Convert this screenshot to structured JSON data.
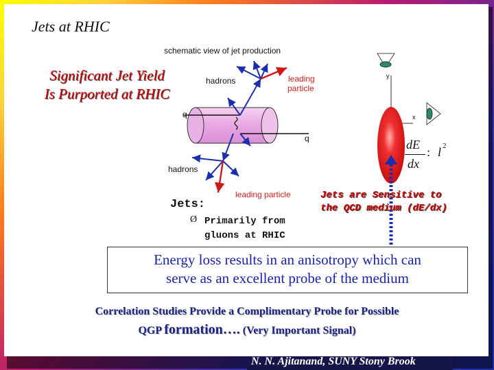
{
  "slide": {
    "title": "Jets at RHIC",
    "schematic_caption": "schematic view of  jet production",
    "claim_line1": "Significant Jet Yield",
    "claim_line2": "Is Purported at RHIC",
    "diagram": {
      "hadrons_top": "hadrons",
      "leading_particle_top_1": "leading",
      "leading_particle_top_2": "particle",
      "q_left": "q",
      "q_right": "q",
      "hadrons_bottom": "hadrons",
      "leading_particle_bottom": "leading particle",
      "axis_y": "y",
      "axis_x": "x"
    },
    "formula": {
      "numerator": "dE",
      "denominator": "dx",
      "colon": ":",
      "l": "l",
      "exponent": "2"
    },
    "jets_heading": "Jets:",
    "bullet_glyph": "Ø",
    "jets_bullet": "Primarily from gluons at RHIC",
    "sensitive_line1": "Jets are Sensitive to",
    "sensitive_line2": "the QCD medium (dE/dx)",
    "energy_line1": "Energy loss results in an anisotropy which can",
    "energy_line2": "serve as an excellent probe of the medium",
    "correlation_line1": "Correlation Studies Provide a Complimentary Probe for Possible",
    "correlation_line2a": "QGP",
    "correlation_line2b": "formation….",
    "correlation_line2c": "(Very Important Signal)",
    "author": "N. N. Ajitanand, SUNY  Stony Brook"
  },
  "colors": {
    "claim_red": "#cc0000",
    "energy_blue": "#1a22aa",
    "correlation_navy": "#1a2480",
    "ellipse_red": "#e01818",
    "arrow_blue": "#1a2fb0"
  }
}
